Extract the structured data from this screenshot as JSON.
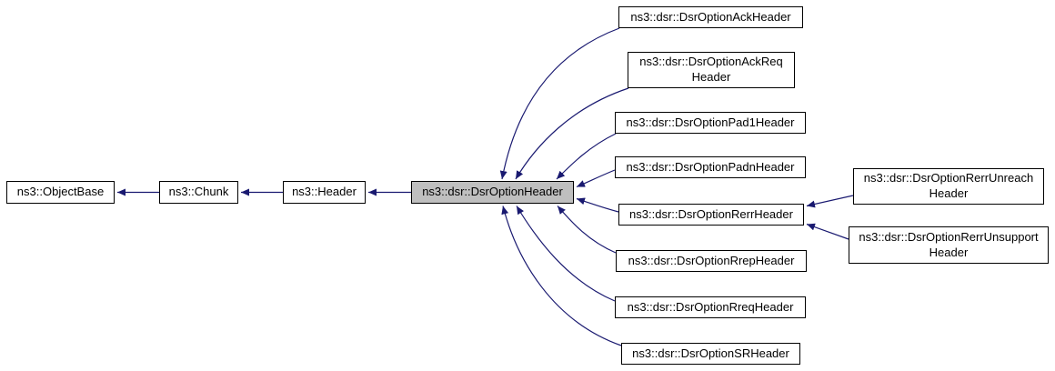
{
  "diagram": {
    "type": "class-inheritance-graph",
    "current_class": "ns3::dsr::DsrOptionHeader",
    "colors": {
      "edge": "#191970",
      "node_border": "#000000",
      "node_fill": "#ffffff",
      "highlight_fill": "#bfbfbf",
      "text": "#000000",
      "background": "#ffffff"
    },
    "nodes": [
      {
        "id": "objectbase",
        "lines": [
          "ns3::ObjectBase"
        ],
        "highlight": false
      },
      {
        "id": "chunk",
        "lines": [
          "ns3::Chunk"
        ],
        "highlight": false
      },
      {
        "id": "header",
        "lines": [
          "ns3::Header"
        ],
        "highlight": false
      },
      {
        "id": "dsroptionheader",
        "lines": [
          "ns3::dsr::DsrOptionHeader"
        ],
        "highlight": true
      },
      {
        "id": "ack",
        "lines": [
          "ns3::dsr::DsrOptionAckHeader"
        ],
        "highlight": false
      },
      {
        "id": "ackreq",
        "lines": [
          "ns3::dsr::DsrOptionAckReq",
          "Header"
        ],
        "highlight": false
      },
      {
        "id": "pad1",
        "lines": [
          "ns3::dsr::DsrOptionPad1Header"
        ],
        "highlight": false
      },
      {
        "id": "padn",
        "lines": [
          "ns3::dsr::DsrOptionPadnHeader"
        ],
        "highlight": false
      },
      {
        "id": "rerr",
        "lines": [
          "ns3::dsr::DsrOptionRerrHeader"
        ],
        "highlight": false
      },
      {
        "id": "rrep",
        "lines": [
          "ns3::dsr::DsrOptionRrepHeader"
        ],
        "highlight": false
      },
      {
        "id": "rreq",
        "lines": [
          "ns3::dsr::DsrOptionRreqHeader"
        ],
        "highlight": false
      },
      {
        "id": "sr",
        "lines": [
          "ns3::dsr::DsrOptionSRHeader"
        ],
        "highlight": false
      },
      {
        "id": "rerrunreach",
        "lines": [
          "ns3::dsr::DsrOptionRerrUnreach",
          "Header"
        ],
        "highlight": false
      },
      {
        "id": "rerrunsupport",
        "lines": [
          "ns3::dsr::DsrOptionRerrUnsupport",
          "Header"
        ],
        "highlight": false
      }
    ],
    "edges": [
      {
        "derived": "ns3::Chunk",
        "base": "ns3::ObjectBase"
      },
      {
        "derived": "ns3::Header",
        "base": "ns3::Chunk"
      },
      {
        "derived": "ns3::dsr::DsrOptionHeader",
        "base": "ns3::Header"
      },
      {
        "derived": "ns3::dsr::DsrOptionAckHeader",
        "base": "ns3::dsr::DsrOptionHeader"
      },
      {
        "derived": "ns3::dsr::DsrOptionAckReqHeader",
        "base": "ns3::dsr::DsrOptionHeader"
      },
      {
        "derived": "ns3::dsr::DsrOptionPad1Header",
        "base": "ns3::dsr::DsrOptionHeader"
      },
      {
        "derived": "ns3::dsr::DsrOptionPadnHeader",
        "base": "ns3::dsr::DsrOptionHeader"
      },
      {
        "derived": "ns3::dsr::DsrOptionRerrHeader",
        "base": "ns3::dsr::DsrOptionHeader"
      },
      {
        "derived": "ns3::dsr::DsrOptionRrepHeader",
        "base": "ns3::dsr::DsrOptionHeader"
      },
      {
        "derived": "ns3::dsr::DsrOptionRreqHeader",
        "base": "ns3::dsr::DsrOptionHeader"
      },
      {
        "derived": "ns3::dsr::DsrOptionSRHeader",
        "base": "ns3::dsr::DsrOptionHeader"
      },
      {
        "derived": "ns3::dsr::DsrOptionRerrUnreachHeader",
        "base": "ns3::dsr::DsrOptionRerrHeader"
      },
      {
        "derived": "ns3::dsr::DsrOptionRerrUnsupportHeader",
        "base": "ns3::dsr::DsrOptionRerrHeader"
      }
    ]
  }
}
